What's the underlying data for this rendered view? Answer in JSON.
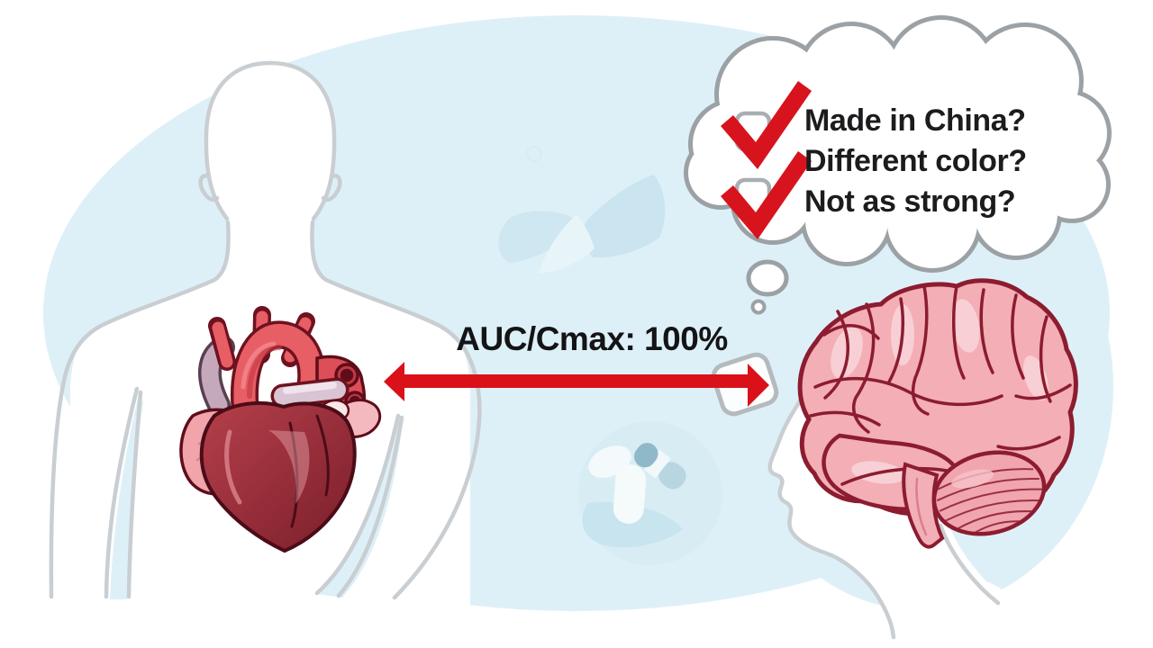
{
  "thought_bubble": {
    "lines": [
      "Made in China?",
      "Different color?",
      "Not as strong?"
    ],
    "checkmark_count": 2
  },
  "equivalence": {
    "label": "AUC/Cmax: 100%"
  },
  "icons": {
    "body_silhouette": "outlined human torso with head",
    "heart": "anatomical heart illustration",
    "head_profile": "head profile facing left",
    "brain": "anatomical brain illustration",
    "lungs": "faint lungs watermark",
    "pills": "faint pills watermark",
    "tablet": "white rounded tablet",
    "double_arrow": "red double-headed arrow",
    "checkmark": "red check mark",
    "thought_bubble": "cloud thought bubble with trail"
  },
  "colors": {
    "accent_red": "#d7141d",
    "arrow_red": "#da1119",
    "cloud_outline_gray": "#9ba1a5",
    "silhouette_gray": "#c9ced2",
    "background_blue": "#def0f7",
    "heart_dark_red": "#8f2838",
    "brain_pink": "#f3aeb6",
    "brain_outline": "#8c1c30",
    "text_black": "#1c1c1e"
  }
}
